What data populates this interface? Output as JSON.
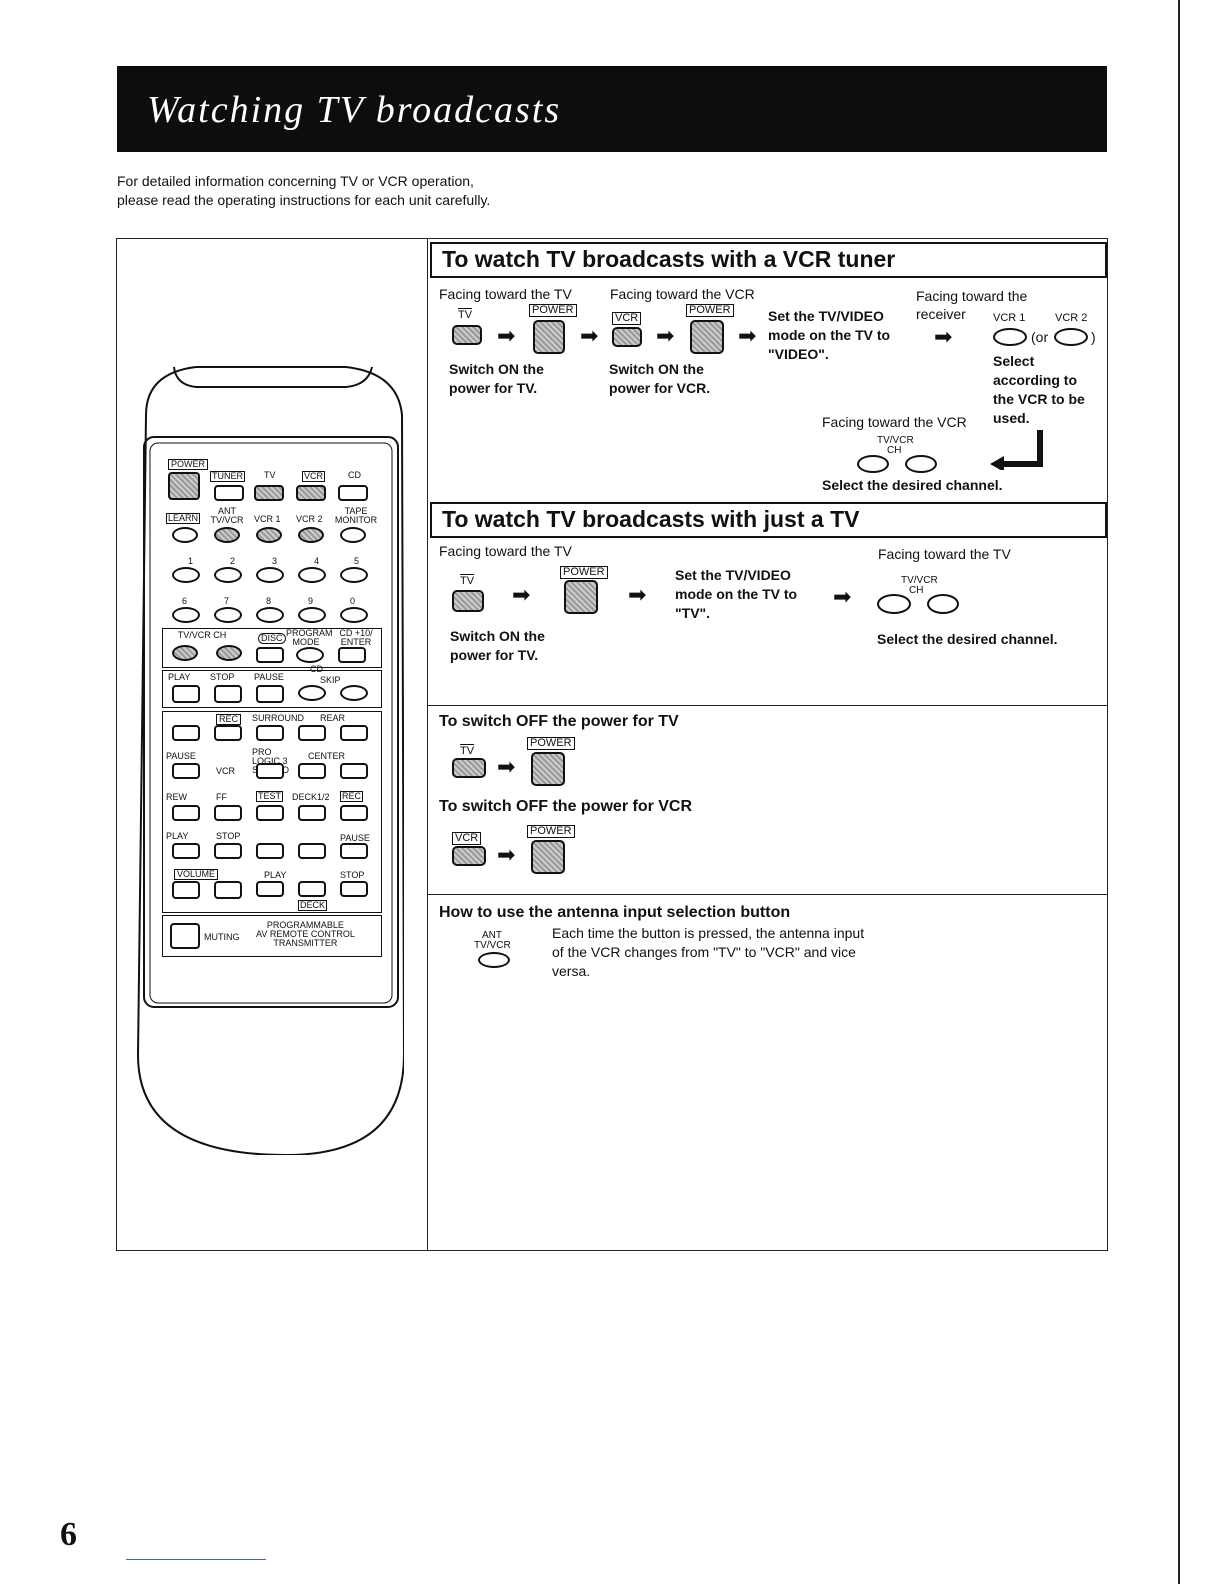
{
  "page_title": "Watching TV broadcasts",
  "intro": {
    "line1": "For detailed information concerning TV or VCR operation,",
    "line2": "please read the operating instructions for each unit carefully."
  },
  "vcr_tuner": {
    "heading": "To watch TV broadcasts with a VCR tuner",
    "facing_tv": "Facing toward the TV",
    "facing_vcr": "Facing toward the VCR",
    "facing_receiver_1": "Facing toward the",
    "facing_receiver_2": "receiver",
    "facing_vcr_2": "Facing toward the VCR",
    "tv_label": "TV",
    "vcr_label": "VCR",
    "power_label": "POWER",
    "switch_on_tv_1": "Switch ON the",
    "switch_on_tv_2": "power for TV.",
    "switch_on_vcr_1": "Switch ON the",
    "switch_on_vcr_2": "power for VCR.",
    "set_mode_1": "Set the TV/VIDEO",
    "set_mode_2": "mode on the TV to",
    "set_mode_3": "\"VIDEO\".",
    "vcr1": "VCR 1",
    "vcr2": "VCR 2",
    "or_open": "(or",
    "or_close": ")",
    "select_1": "Select",
    "select_2": "according to",
    "select_3": "the VCR to be",
    "select_4": "used.",
    "tvvcr_label": "TV/VCR",
    "ch_label": "CH",
    "select_channel": "Select the desired channel."
  },
  "just_tv": {
    "heading": "To watch TV broadcasts with just a TV",
    "facing_tv": "Facing toward the TV",
    "facing_tv_2": "Facing toward the TV",
    "tv_label": "TV",
    "power_label": "POWER",
    "switch_on_1": "Switch ON the",
    "switch_on_2": "power for TV.",
    "set_mode_1": "Set the TV/VIDEO",
    "set_mode_2": "mode on the TV to",
    "set_mode_3": "\"TV\".",
    "tvvcr_label": "TV/VCR",
    "ch_label": "CH",
    "select_channel": "Select the desired channel."
  },
  "switch_off": {
    "tv_heading": "To switch OFF the power for TV",
    "vcr_heading": "To switch OFF the power for VCR",
    "tv_label": "TV",
    "vcr_label": "VCR",
    "power_label": "POWER"
  },
  "antenna": {
    "heading": "How to use the antenna input selection button",
    "ant_label": "ANT",
    "tvvcr_label": "TV/VCR",
    "desc_1": "Each time the button is pressed, the antenna input",
    "desc_2": "of the VCR changes from \"TV\" to \"VCR\" and vice",
    "desc_3": "versa."
  },
  "remote": {
    "row1": [
      "POWER",
      "TUNER",
      "TV",
      "VCR",
      "CD"
    ],
    "row2": [
      "LEARN",
      "ANT TV/VCR",
      "VCR 1",
      "VCR 2",
      "TAPE MONITOR"
    ],
    "digits_top": [
      "1",
      "2",
      "3",
      "4",
      "5"
    ],
    "digits_bottom": [
      "6",
      "7",
      "8",
      "9",
      "0"
    ],
    "row5": [
      "TV/VCR CH",
      "DISC",
      "PROGRAM MODE",
      "CD +10/ ENTER"
    ],
    "cd_label": "CD",
    "row6": [
      "PLAY",
      "STOP",
      "PAUSE",
      "SKIP"
    ],
    "rec": "REC",
    "surround": "SURROUND",
    "rear": "REAR",
    "pause": "PAUSE",
    "vcr": "VCR",
    "prologic": "PRO LOGIC 3 STEREO",
    "center": "CENTER",
    "rew": "REW",
    "ff": "FF",
    "test": "TEST",
    "deck12": "DECK1/2",
    "play": "PLAY",
    "stop": "STOP",
    "volume": "VOLUME",
    "deck": "DECK",
    "muting": "MUTING",
    "model_1": "PROGRAMMABLE",
    "model_2": "AV REMOTE CONTROL",
    "model_3": "TRANSMITTER"
  },
  "page_number": "6"
}
